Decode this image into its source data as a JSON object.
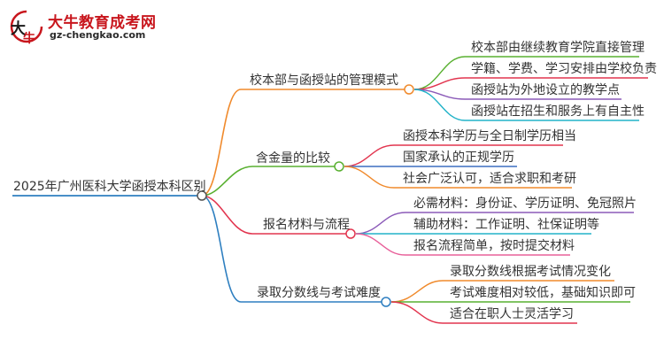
{
  "logo": {
    "title": "大牛教育成考网",
    "url": "gz-chengkao.com",
    "mark_glyph": "大牛"
  },
  "root": {
    "label": "2025年广州医科大学函授本科区别"
  },
  "branches": [
    {
      "label": "校本部与函授站的管理模式",
      "color": "#f08a2c",
      "children": [
        "校本部由继续教育学院直接管理",
        "学籍、学费、学习安排由学校负责",
        "函授站为外地设立的教学点",
        "函授站在招生和服务上有自主性"
      ],
      "child_colors": [
        "#58b030",
        "#e2354f",
        "#8b5ab8",
        "#22b3c8"
      ]
    },
    {
      "label": "含金量的比较",
      "color": "#58b030",
      "children": [
        "函授本科学历与全日制学历相当",
        "国家承认的正规学历",
        "社会广泛认可，适合求职和考研"
      ],
      "child_colors": [
        "#e2354f",
        "#3d6fc0",
        "#f08a2c"
      ]
    },
    {
      "label": "报名材料与流程",
      "color": "#e2354f",
      "children": [
        "必需材料：身份证、学历证明、免冠照片",
        "辅助材料：工作证明、社保证明等",
        "报名流程简单，按时提交材料"
      ],
      "child_colors": [
        "#8b5ab8",
        "#22b3c8",
        "#e8609a"
      ]
    },
    {
      "label": "录取分数线与考试难度",
      "color": "#2e7fc0",
      "children": [
        "录取分数线根据考试情况变化",
        "考试难度相对较低，基础知识即可",
        "适合在职人士灵活学习"
      ],
      "child_colors": [
        "#f08a2c",
        "#58b030",
        "#e2354f"
      ]
    }
  ]
}
